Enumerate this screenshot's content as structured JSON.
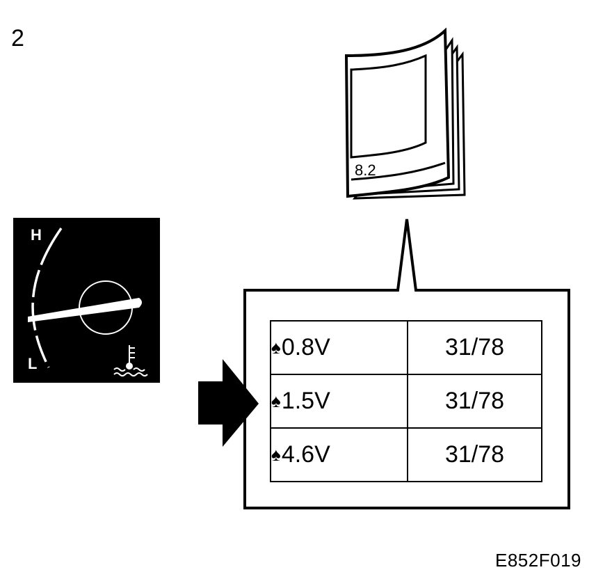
{
  "step_number": "2",
  "figure_code": "E852F019",
  "gauge": {
    "high_label": "H",
    "low_label": "L",
    "icon": "coolant-temperature-icon",
    "panel_color": "#000000",
    "needle_color": "#ffffff"
  },
  "manual": {
    "label": "8.2",
    "icon": "manual-book-icon"
  },
  "arrow": {
    "icon": "right-arrow-icon"
  },
  "table": {
    "mark_icon": "spade-icon",
    "rows": [
      {
        "mark": "♠",
        "voltage": "0.8V",
        "code": "31/78"
      },
      {
        "mark": "♠",
        "voltage": "1.5V",
        "code": "31/78"
      },
      {
        "mark": "♠",
        "voltage": "4.6V",
        "code": "31/78"
      }
    ]
  }
}
